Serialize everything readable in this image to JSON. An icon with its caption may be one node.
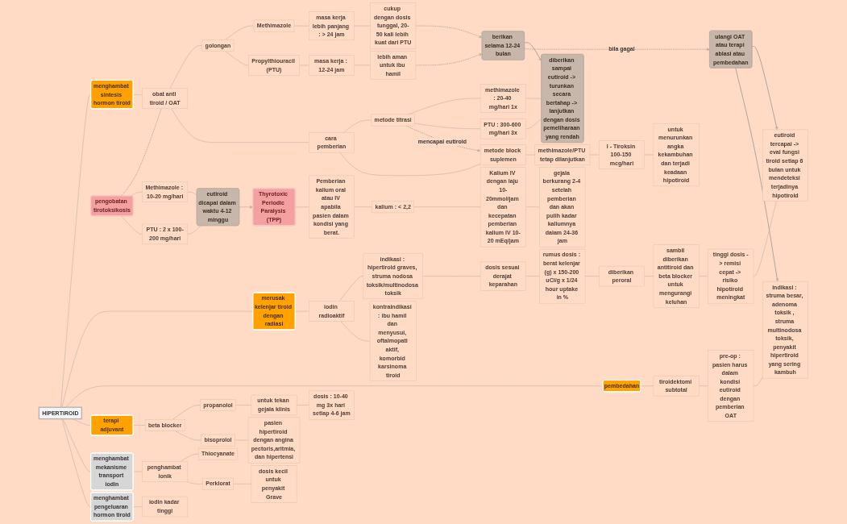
{
  "diagram": {
    "nodes": [
      {
        "text": [
          "HIPERTIROID"
        ]
      },
      {
        "text": [
          "menghambat sintesis hormon tiroid"
        ]
      },
      {
        "text": [
          "obat anti tiroid / OAT"
        ]
      },
      {
        "text": [
          "golongan"
        ]
      },
      {
        "text": [
          "Methimazole"
        ]
      },
      {
        "text": [
          "masa kerja lebih panjang : > 24 jam"
        ]
      },
      {
        "text": [
          "cukup dengan dosis tunggal, 20-50 kali lebih kuat dari PTU"
        ]
      },
      {
        "text": [
          "Propylthiouracil (PTU)"
        ]
      },
      {
        "text": [
          "masa kerja : 12-24 jam"
        ]
      },
      {
        "text": [
          "lebih aman untuk ibu hamil"
        ]
      },
      {
        "text": [
          "berikan selama 12-24 bulan"
        ]
      },
      {
        "text": [
          "ulangi OAT atau terapi ablasi atau pembedahan"
        ]
      },
      {
        "text": [
          "cara pemberian"
        ]
      },
      {
        "text": [
          "metode titrasi"
        ]
      },
      {
        "text": [
          "methimazole : 20-40 mg/hari 1x"
        ]
      },
      {
        "text": [
          "PTU : 300-600 mg/hari 3x"
        ]
      },
      {
        "text": [
          "diberikan sampai eutiroid -> turunkan secara bertahap -> lanjutkan dengan dosis pemeliharaan yang rendah"
        ]
      },
      {
        "text": [
          "metode block suplemen"
        ]
      },
      {
        "text": [
          "methimazole/PTU tetap dilanjutkan"
        ]
      },
      {
        "text": [
          "l - Tiroksin 100-150 mcg/hari"
        ]
      },
      {
        "text": [
          "untuk menurunkan angka kekambuhan dan terjadi keadaan hipotiroid"
        ]
      },
      {
        "text": [
          "pengobatan tirotoksikosis"
        ]
      },
      {
        "text": [
          "Methimazole : 10-20 mg/hari"
        ]
      },
      {
        "text": [
          "PTU : 2 x 100-200 mg/hari"
        ]
      },
      {
        "text": [
          "eutiroid dicapai dalam waktu 4-12 minggu"
        ]
      },
      {
        "text": [
          "Thyrotoxic Periodic Paralysis (TPP)"
        ]
      },
      {
        "text": [
          "Pemberian kalium oral atau IV apabila pasien dalam kondisi yang berat."
        ]
      },
      {
        "text": [
          "kalium : < 2,2"
        ]
      },
      {
        "text": [
          "Kalium IV dengan laju 10-20mmol/jam dan kecepatan pemberian kalium IV 10-20 mEq/jam"
        ]
      },
      {
        "text": [
          "gejala berkurang 2-4 setelah pemberian dan akan pulih kadar kaliumnya dalam 24-36 jam"
        ]
      },
      {
        "text": [
          "merusak kelenjar tiroid dengan radiasi"
        ]
      },
      {
        "text": [
          "iodin radioaktif"
        ]
      },
      {
        "text": [
          "indikasi : hipertiroid graves, struma nodosa toksik/multinodosa toksik"
        ]
      },
      {
        "text": [
          "dosis sesuai derajat keparahan"
        ]
      },
      {
        "text": [
          "rumus dosis : berat kelenjar (g) x 150-200 uCi/g x 1/24 hour uptake in %"
        ]
      },
      {
        "text": [
          "diberikan peroral"
        ]
      },
      {
        "text": [
          "sambil diberikan antitiroid dan beta blocker untuk mengurangi keluhan"
        ]
      },
      {
        "text": [
          "tinggi dosis -> remisi cepat -> risiko hipotiroid meningkat"
        ]
      },
      {
        "text": [
          "eutiroid tercapai -> eval fungsi tiroid setiap 6 bulan untuk mendeteksi terjadinya hipotiroid"
        ]
      },
      {
        "text": [
          "kontraindikasi : ibu hamil dan menyusui, oftalmopati aktif, komorbid karsinoma tiroid"
        ]
      },
      {
        "text": [
          "pembedahan"
        ]
      },
      {
        "text": [
          "tiroidektomi subtotal"
        ]
      },
      {
        "text": [
          "pre-op : pasien harus dalam kondisi eutiroid dengan pemberian OAT"
        ]
      },
      {
        "text": [
          "indikasi : struma besar, adenoma toksik , struma multinodosa toksik, penyakit hipertiroid yang sering kambuh"
        ]
      },
      {
        "text": [
          "terapi adjuvant"
        ]
      },
      {
        "text": [
          "beta blocker"
        ]
      },
      {
        "text": [
          "propanolol"
        ]
      },
      {
        "text": [
          "untuk tekan gejala klinis"
        ]
      },
      {
        "text": [
          "dosis : 10-40 mg 3x hari setiap 4-6 jam"
        ]
      },
      {
        "text": [
          "bisoprolol"
        ]
      },
      {
        "text": [
          "pasien hipertiroid dengan angina pectoris,aritmia, dan hipertensi"
        ]
      },
      {
        "text": [
          "menghambat mekanisme transport iodin"
        ]
      },
      {
        "text": [
          "penghambat ionik"
        ]
      },
      {
        "text": [
          "Thiocyanate"
        ]
      },
      {
        "text": [
          "Perklorat"
        ]
      },
      {
        "text": [
          "dosis kecil untuk penyakit Grave"
        ]
      },
      {
        "text": [
          "menghambat pengeluaran hormon tiroid"
        ]
      },
      {
        "text": [
          "iodin kadar tinggi"
        ]
      }
    ],
    "edges": [
      {
        "from": 0,
        "to": 1,
        "arrow": "none"
      },
      {
        "from": 1,
        "to": 2,
        "arrow": "none"
      },
      {
        "from": 2,
        "to": 3,
        "arrow": "none"
      },
      {
        "from": 3,
        "to": 4,
        "arrow": "none"
      },
      {
        "from": 4,
        "to": 5,
        "arrow": "none"
      },
      {
        "from": 5,
        "to": 6,
        "arrow": "none"
      },
      {
        "from": 3,
        "to": 7,
        "arrow": "none"
      },
      {
        "from": 7,
        "to": 8,
        "arrow": "none"
      },
      {
        "from": 8,
        "to": 9,
        "arrow": "none"
      },
      {
        "from": 6,
        "to": 10,
        "arrow": "to",
        "style": "dashed",
        "color": "#808080"
      },
      {
        "from": 9,
        "to": 10,
        "arrow": "to",
        "style": "dashed",
        "color": "#808080"
      },
      {
        "from": 10,
        "to": 16,
        "arrow": "to",
        "color": "#808080"
      },
      {
        "from": 10,
        "to": 11,
        "arrow": "to",
        "label": "bila gagal",
        "style": "dashed",
        "color": "#808080"
      },
      {
        "from": 11,
        "to": 38,
        "arrow": "to",
        "color": "#808080"
      },
      {
        "from": 11,
        "to": 43,
        "arrow": "to",
        "color": "#808080"
      },
      {
        "from": 2,
        "to": 12,
        "arrow": "none"
      },
      {
        "from": 12,
        "to": 13,
        "arrow": "none"
      },
      {
        "from": 13,
        "to": 14,
        "arrow": "none"
      },
      {
        "from": 13,
        "to": 15,
        "arrow": "none"
      },
      {
        "from": 14,
        "to": 16,
        "arrow": "none"
      },
      {
        "from": 15,
        "to": 16,
        "arrow": "none"
      },
      {
        "from": 12,
        "to": 17,
        "arrow": "none"
      },
      {
        "from": 13,
        "to": 17,
        "arrow": "to",
        "label": "mencapai eutiroid",
        "style": "dashed",
        "color": "#808080"
      },
      {
        "from": 17,
        "to": 18,
        "arrow": "none"
      },
      {
        "from": 18,
        "to": 19,
        "arrow": "none"
      },
      {
        "from": 19,
        "to": 20,
        "arrow": "none"
      },
      {
        "from": 21,
        "to": 2,
        "arrow": "none",
        "style": "dashed",
        "color": "#808080"
      },
      {
        "from": 21,
        "to": 22,
        "arrow": "none"
      },
      {
        "from": 21,
        "to": 23,
        "arrow": "none"
      },
      {
        "from": 22,
        "to": 24,
        "arrow": "none"
      },
      {
        "from": 23,
        "to": 24,
        "arrow": "none"
      },
      {
        "from": 24,
        "to": 25,
        "arrow": "to",
        "style": "dashed",
        "color": "#808080"
      },
      {
        "from": 25,
        "to": 26,
        "arrow": "none"
      },
      {
        "from": 26,
        "to": 27,
        "arrow": "none"
      },
      {
        "from": 27,
        "to": 28,
        "arrow": "none"
      },
      {
        "from": 28,
        "to": 29,
        "arrow": "none"
      },
      {
        "from": 0,
        "to": 30,
        "arrow": "none"
      },
      {
        "from": 30,
        "to": 31,
        "arrow": "none"
      },
      {
        "from": 31,
        "to": 32,
        "arrow": "none"
      },
      {
        "from": 32,
        "to": 33,
        "arrow": "none"
      },
      {
        "from": 33,
        "to": 34,
        "arrow": "none"
      },
      {
        "from": 34,
        "to": 35,
        "arrow": "none"
      },
      {
        "from": 35,
        "to": 36,
        "arrow": "none"
      },
      {
        "from": 36,
        "to": 37,
        "arrow": "none"
      },
      {
        "from": 37,
        "to": 38,
        "arrow": "none"
      },
      {
        "from": 31,
        "to": 39,
        "arrow": "none"
      },
      {
        "from": 0,
        "to": 40,
        "arrow": "none"
      },
      {
        "from": 40,
        "to": 41,
        "arrow": "none"
      },
      {
        "from": 41,
        "to": 42,
        "arrow": "none"
      },
      {
        "from": 42,
        "to": 43,
        "arrow": "none"
      },
      {
        "from": 0,
        "to": 44,
        "arrow": "none"
      },
      {
        "from": 44,
        "to": 45,
        "arrow": "none"
      },
      {
        "from": 45,
        "to": 46,
        "arrow": "none"
      },
      {
        "from": 46,
        "to": 47,
        "arrow": "none"
      },
      {
        "from": 47,
        "to": 48,
        "arrow": "none"
      },
      {
        "from": 45,
        "to": 49,
        "arrow": "none"
      },
      {
        "from": 49,
        "to": 50,
        "arrow": "none"
      },
      {
        "from": 0,
        "to": 51,
        "arrow": "none"
      },
      {
        "from": 51,
        "to": 52,
        "arrow": "none"
      },
      {
        "from": 52,
        "to": 53,
        "arrow": "none"
      },
      {
        "from": 52,
        "to": 54,
        "arrow": "none"
      },
      {
        "from": 54,
        "to": 55,
        "arrow": "none"
      },
      {
        "from": 0,
        "to": 56,
        "arrow": "none"
      },
      {
        "from": 56,
        "to": 57,
        "arrow": "none"
      }
    ]
  }
}
